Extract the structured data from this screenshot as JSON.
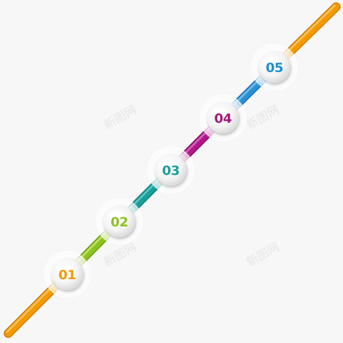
{
  "steps": [
    {
      "label": "01",
      "color": "#f29a00"
    },
    {
      "label": "02",
      "color": "#8cc21f"
    },
    {
      "label": "03",
      "color": "#1a9e9a"
    },
    {
      "label": "04",
      "color": "#a3197c"
    },
    {
      "label": "05",
      "color": "#1e8fd4"
    }
  ],
  "segments": [
    {
      "color": "#f29a00",
      "light": "#ffc96a",
      "dark": "#d27800"
    },
    {
      "color": "#8cc21f",
      "light": "#c8e86c",
      "dark": "#6a9c10"
    },
    {
      "color": "#1a9e9a",
      "light": "#63cfc9",
      "dark": "#0d7c78"
    },
    {
      "color": "#b0188a",
      "light": "#e06ec4",
      "dark": "#860c68"
    },
    {
      "color": "#2a90d4",
      "light": "#7cc6f0",
      "dark": "#1a6eb0"
    },
    {
      "color": "#f29a00",
      "light": "#ffc96a",
      "dark": "#d27800"
    }
  ],
  "watermark": "新图网"
}
